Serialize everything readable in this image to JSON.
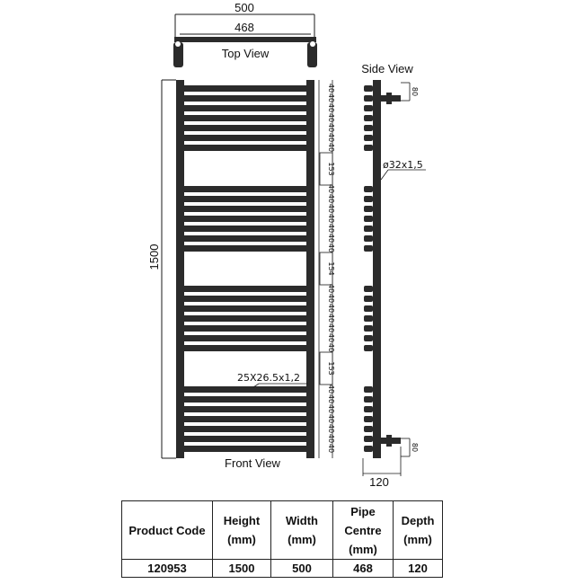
{
  "views": {
    "top": "Top View",
    "front": "Front View",
    "side": "Side View"
  },
  "dimensions": {
    "overall_width": "500",
    "pipe_centres": "468",
    "overall_height": "1500",
    "bar_pitch": "40",
    "gap_upper": "153",
    "gap_middle": "154",
    "gap_lower": "153",
    "bar_section": "25X26.5x1,2",
    "pipe_diameter": "ø32x1,5",
    "bracket_offset": "80",
    "side_depth": "120"
  },
  "spec_table": {
    "headers": {
      "product_code": "Product  Code",
      "height_1": "Height",
      "height_2": "(mm)",
      "width_1": "Width",
      "width_2": "(mm)",
      "pipe_1": "Pipe",
      "pipe_2": "Centre",
      "pipe_3": "(mm)",
      "depth_1": "Depth",
      "depth_2": "(mm)"
    },
    "row": {
      "product_code": "120953",
      "height": "1500",
      "width": "500",
      "pipe_centre": "468",
      "depth": "120"
    }
  },
  "colors": {
    "rail": "#2b2b2b",
    "line": "#1a1a1a"
  }
}
